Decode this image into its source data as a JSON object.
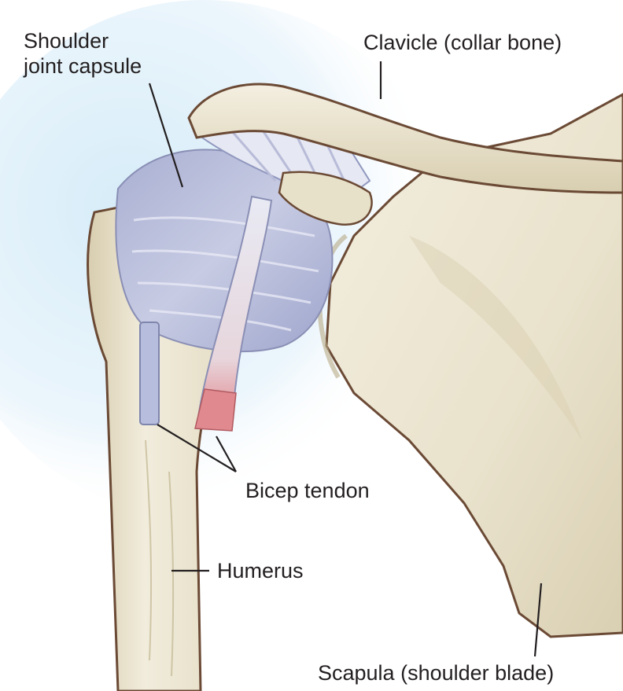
{
  "labels": {
    "capsule_line1": "Shoulder",
    "capsule_line2": "joint capsule",
    "clavicle": "Clavicle (collar bone)",
    "bicep": "Bicep tendon",
    "humerus": "Humerus",
    "scapula": "Scapula (shoulder blade)"
  },
  "colors": {
    "bone": "#ece6d3",
    "bone_shadow": "#c9bd9c",
    "bone_outline": "#6b4a35",
    "capsule": "#b9bedc",
    "ligament": "#e4e6f2",
    "tendon_tip": "#e58f93",
    "background_glow": "#d6ecf8",
    "leader_line": "#231f20"
  }
}
